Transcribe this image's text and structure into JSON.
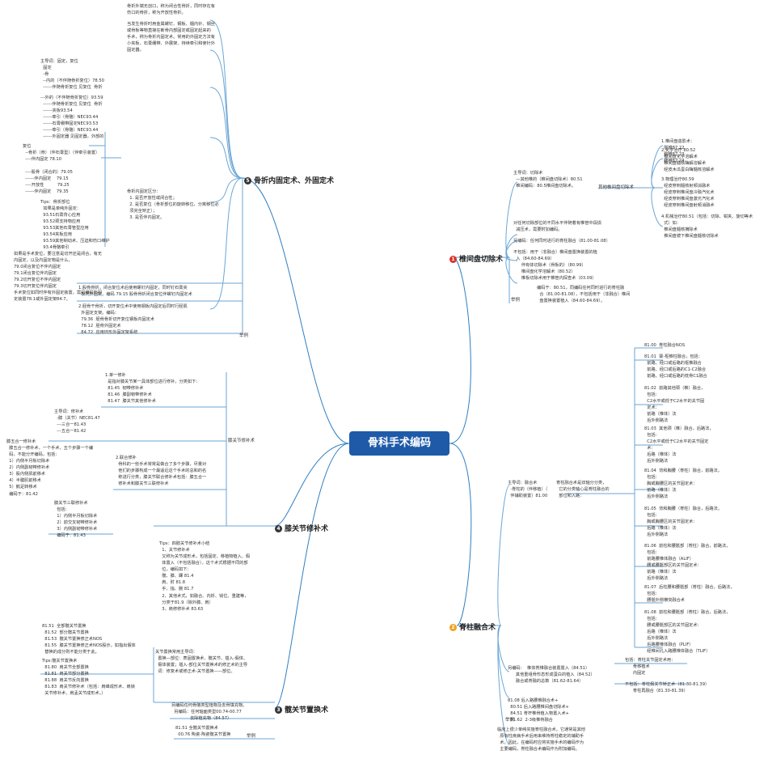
{
  "central": "骨科手术编码",
  "branches": [
    {
      "num": "1",
      "title": "椎间盘切除术",
      "color": "#d9342b"
    },
    {
      "num": "2",
      "title": "脊柱融合术",
      "color": "#f0a020"
    },
    {
      "num": "3",
      "title": "髋关节置换术",
      "color": "#333333"
    },
    {
      "num": "4",
      "title": "膝关节修补术",
      "color": "#333333"
    },
    {
      "num": "5",
      "title": "骨折内固定术、外固定术",
      "color": "#333333"
    }
  ],
  "labels": {
    "disc_other": "其他椎间盘切除术",
    "knee_mid": "膝关节修补术",
    "fracture_eg": "举例",
    "disc_eg": "举例",
    "hip_eg": "举例",
    "fusion_eg": "举例"
  },
  "notes": {
    "f_top": "骨折外端无创口，称为闭合性骨折，同时存在有\n伤口的骨折，称为开放性骨折。",
    "f_def": "当发生骨折时用金属螺钉、钢板、髓内针、钢丝\n或骨板等物直接在断骨内部固定或固定起来的\n手术，称为骨折内固定术。常用的外固定方法有\n小夹板、石膏绷带、外展架、持续牵引和使针外\n固定器。",
    "f_code1": "主导词：固定，复位\n  固定\n  -骨\n  --内的（不伴随骨折复位）78.50\n  ------伴随骨折复位 见复位  骨折",
    "f_code2": "---外的（不伴随骨折复位）93.59\n  ------伴随骨折复位 见复位  骨折\n  ------夹板93.54\n  ------牵引（骨骼）NEC93.44\n  ------石膏绷带固定NEC93.53\n  ------牵引（骨骼）NEC93.44\n  ------外固定器 见固定器，外部的",
    "f_code3": "复位\n  --骨折（骨）（伴石膏型）（伴牵引装置）\n  ----伴内固定 78.10\n\n  ----股骨（闭合的）79.05\n  ------伴内固定    79.15\n  ----开放性          79.25\n  ------伴内固定    79.35",
    "f_tips": "Tips：骨折部位\n  如果是单纯外固定：\n  93.51石膏背心应用\n  93.52颈支持物应用\n  93.53其他石膏管型应用\n  93.54夹板应用\n  93.59其他制动术、压迫和伤口维护\n  93.4骨骼牵引",
    "f_single": "如果是手术复位，要注意是切开还是闭合，有无\n内固定，以及内固定物是什么。\n79.0闭合复位不伴内固定\n79.1闭合复位伴内固定\n79.2切开复位不伴内固定\n79.3切开复位伴内固定\n手术复位如同时伴有外固定装置，需另编码外固\n定装置78.1或外固定架84.7。",
    "f_divide": "骨折内固定区分：\n  1. 是否开放性或闭合性；\n  2. 是否复位（骨折部位的旋转移位，分离移位必\n  须完全矫正）；\n  3. 是否伴内固定。",
    "f_eg1": "1.股骨骨折，闭合复位术后使用螺钉内固定，同时钉石膏夹\n  板托外固定。编码 79.15 股骨骨折闭合复位伴螺钉内固定术",
    "f_eg2": "2.胫骨干骨折，切开复位术中使用钢板内固定后同时行胫肌\n  外固定支架。编码：\n  79.36  胫骨骨折切开复位钢板内固定术\n  78.12  胫骨外固定术\n  84.72  应用环形外固定架系统",
    "k_single": "1.单一修补\n  是指对膝关节某一具体部位进行修补，分类如下：\n  81.45  韧带修补术\n  81.46  膝副韧带修补术\n  81.47  膝关节其他修补术",
    "k_code": "主导词：修补术\n  -膝（关节）NEC81.47\n  ---三合一81.43\n  ---五合一81.42",
    "k_five": "膝五合一修补术\n  膝五合一修补术，一个手术，五个步骤一个编\n  码，不能分开编码，包括：\n  1）内侧半月板切除术\n  2）内侧副韧带修补术\n  3）股内侧肌前移术\n  4）半腱肌前移术\n  5）鹅足转移术\n  编码于：81.42",
    "k_combo": "2.联合修补\n  骨科的一些手术常常是做合了多个步骤，尽量对\n  他们的步骤构成一个最适近这个手术的总和的名\n  称进行分类，膝关节联合修补术包括：膝五合一\n  修补术和膝关节三联修补术",
    "k_three": "膝关节三联修补术\n  包括：\n  1）内侧半月板切除术\n  2）前交叉韧带修补术\n  3）内侧副韧带修补术\n  编码于：81.43",
    "k_tips": "Tips：四肢关节修补术小结\n  1、关节修补术\n  又称为关节成形术，包括固定、移植物植入、假\n  体置入（不包括融合），这个术式根据不同的部\n  位，编码如下：\n  髋、膝、踝 81.4\n  肩、肘 81.8\n  手、指、腕 81.7\n  2、其他术式，如融合、内析、钱位、重建等，\n  分类于81.9（除外膝、肩）\n  3、肩修修补术 83.63",
    "h_codes": "81.51  全部髋关节置换\n  81.52  部分髋关节置换\n  81.53  髋关节置换修正术NOS\n  81.55  膝关节置换修正术NOS股示，如指出假体\n  替换的成分则不能分类于此。",
    "h_tips": "Tips:髋关节置换术\n  81.80  肩关节全部置换\n  81.81  肩关节部分置换\n  81.88  肩关节反向置换\n  81.83  肩关节修补术（包括：肩峰成形术、肩锁\n  关节修补术、肩盂关节成形术。）",
    "h_main": "关节置换常用主导词：\n  置换—部位：表固置换术、髋关节、插入-假体、\n  假体装置；插入-部位关节置换术的修正术的主导\n  词：修复术或修正术-关节置换——部位。",
    "h_bone": "另编码任何骨骼类型植物及去骨填充物。\n  另编码：任何轴面类型00.74-00.77\n              去除植充物（84.57）",
    "h_eg": "81.51 全髋关节置换术\n  00.76 陶瓷-陶瓷髋关节置换",
    "d_main": "主导词：切除术\n  —其他椎的（椎间盘切除术）80.51\n  椎间编码：80.5椎间盘切除术。",
    "d_b1": "1.椎间盘造影术：\n  骶椎87.22\n  胸椎87.23\n  腰椎87.24",
    "d_b2": "2.化学治疗 80.52\n  椎间盘化学溶解术\n  椎间盘髓核酶解溶解术\n  经皮木瓜蛋白酶髓核溶解术",
    "d_b3": "3.物理治疗80.59\n  经皮穿刺髓核射频消融术\n  经皮穿刺椎间盘冷融汽化术\n  经皮穿刺椎间盘激光汽化术\n  经皮穿刺椎间盘射频消融术",
    "d_b4": "4.机械治疗80.51（包括：切除、钳夹、旋切等术\n  式）如：\n  椎间盘髓核摘除术\n  椎间盘镜下椎间盘髓核切除术",
    "d_note1": "对任何切除部位的不同水平伴随着有椎管中段损\n  减压术，需要附加编码。",
    "d_note2": "另编码：任何同时进行的脊柱融合（81.00-81.08）",
    "d_note3": "不包括：用于（非融合）椎间盘置换装置的植\n  入（84.60-84.69）\n      伴有体切除术（骨板的）（80.99）\n      椎间盘化学溶解术（80.52）\n      椎板切除术用于椎管内探查术（03.09）",
    "d_eg": "编码于：80.51，同编码任何同时进行的脊柱融\n  合（81.00-81.08），不包括用于（非融合）椎间\n  盘置换装置植入（84.60-84.69）。",
    "s_main": "主导词：融合术\n  -脊柱的（伴移植）（\n  伴辅助装置）81.00",
    "s_def": "脊柱融合术是双轴分分类，\n  它的分类轴心是脊柱融合的\n  部位和入路：",
    "s_c1": "81.00  脊柱融合NOS",
    "s_c2": "81.01  寰-枢椎柱融合，包括：\n  前路、经口或后路的枢椎融合\n  前路、经口或后路的C1-C2融合\n  前路、经口或后路的枕骨C1融合",
    "s_c3": "81.02  前路其他颈（椎）融合，\n  包括：\n  C2水平或低于C2水平的关节固\n  定术：\n  前路（椎体）法\n  后外侧路法",
    "s_c4": "81.03  其他颈（椎）融合，后路法，\n  包括：\n  C2水平或低于C2水平的关节固定\n  术：\n  后路（椎体）法\n  后外侧路法",
    "s_c5": "81.04  背和胸腰（脊柱）融合，前路法，\n  包括：\n  胸或胸腰区的关节固定术：\n  前路（椎体）法\n  后外侧路法",
    "s_c6": "81.05  背和胸腰（脊柱）融合，后路法，\n  包括：\n  胸或胸腰区的关节固定术：\n  后路（椎体）法\n  后外侧路法",
    "s_c7": "81.06  前柱和腰骶部（脊柱）融合，前路法，\n  包括：\n  前路腰椎体融合（ALIF）\n  腰或腰骶部区的关节固定术：\n  前路（椎体）法\n  后外侧路法",
    "s_c8": "81.07  后柱腰和腰骶部（脊柱）融合，后路法，\n  包括：\n  腰骶外侧横突融合术",
    "s_c9": "81.08  前柱和腰骶部（脊柱）融合，后路法，\n  包括：\n  腰或腰骶部区的关节固定术：\n  后路（椎体）法\n  后外侧路法\n  后路腰椎体融合（PLIF）\n  经椎间孔入路腰椎体融合（TLIF）",
    "s_inc": "包括：脊柱关节固定术用：\n      骨移植术\n      内固定",
    "s_other": "另编码：  椎体脊椎融合装置置入（84.51）\n      其他重组骨形态形成蛋白的植入（84.52）\n      融合或脊融的总数（81.62-81.64）",
    "s_exc": "不包括：脊柱假关节矫正术（81.30-81.39）\n      脊柱再融合（81.30-81.39）",
    "s_eg": "81.08 后入路腰椎融合术+\n  80.51 后入路腰椎间盘切除术+\n  84.51 脊杆椎骨植入物置入术+\n  81.62  2-3级椎骨融合",
    "s_bottom": "临床上很少单纯实施脊柱融合术，它通常是其他\n  原有柱疾病手术后用来维持脊柱稳定的辅助手\n  术。因此，在编码时应将实施手术的编码作为\n  主要编码，脊柱融合术编码作为附加编码。"
  }
}
